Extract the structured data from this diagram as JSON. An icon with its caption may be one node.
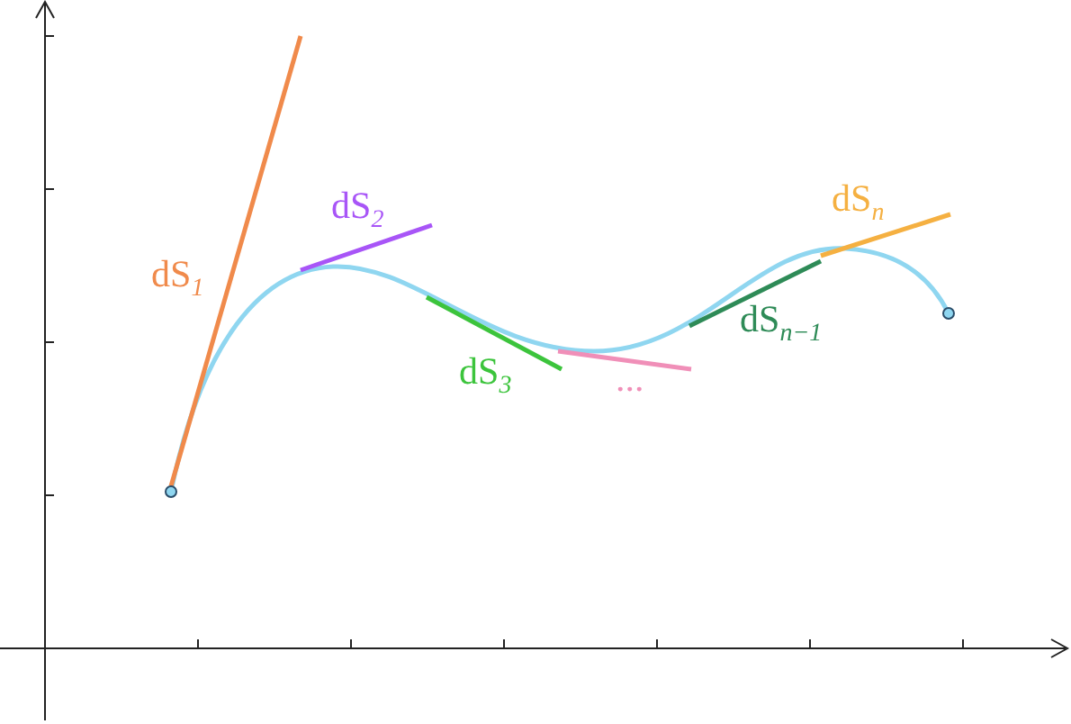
{
  "diagram": {
    "labels": [
      "dS$_{1}$",
      "dS$_{2}$",
      "dS$_{3}$",
      "...",
      "dS$_{n−1}$",
      "dS$_{n}$"
    ]
  }
}
